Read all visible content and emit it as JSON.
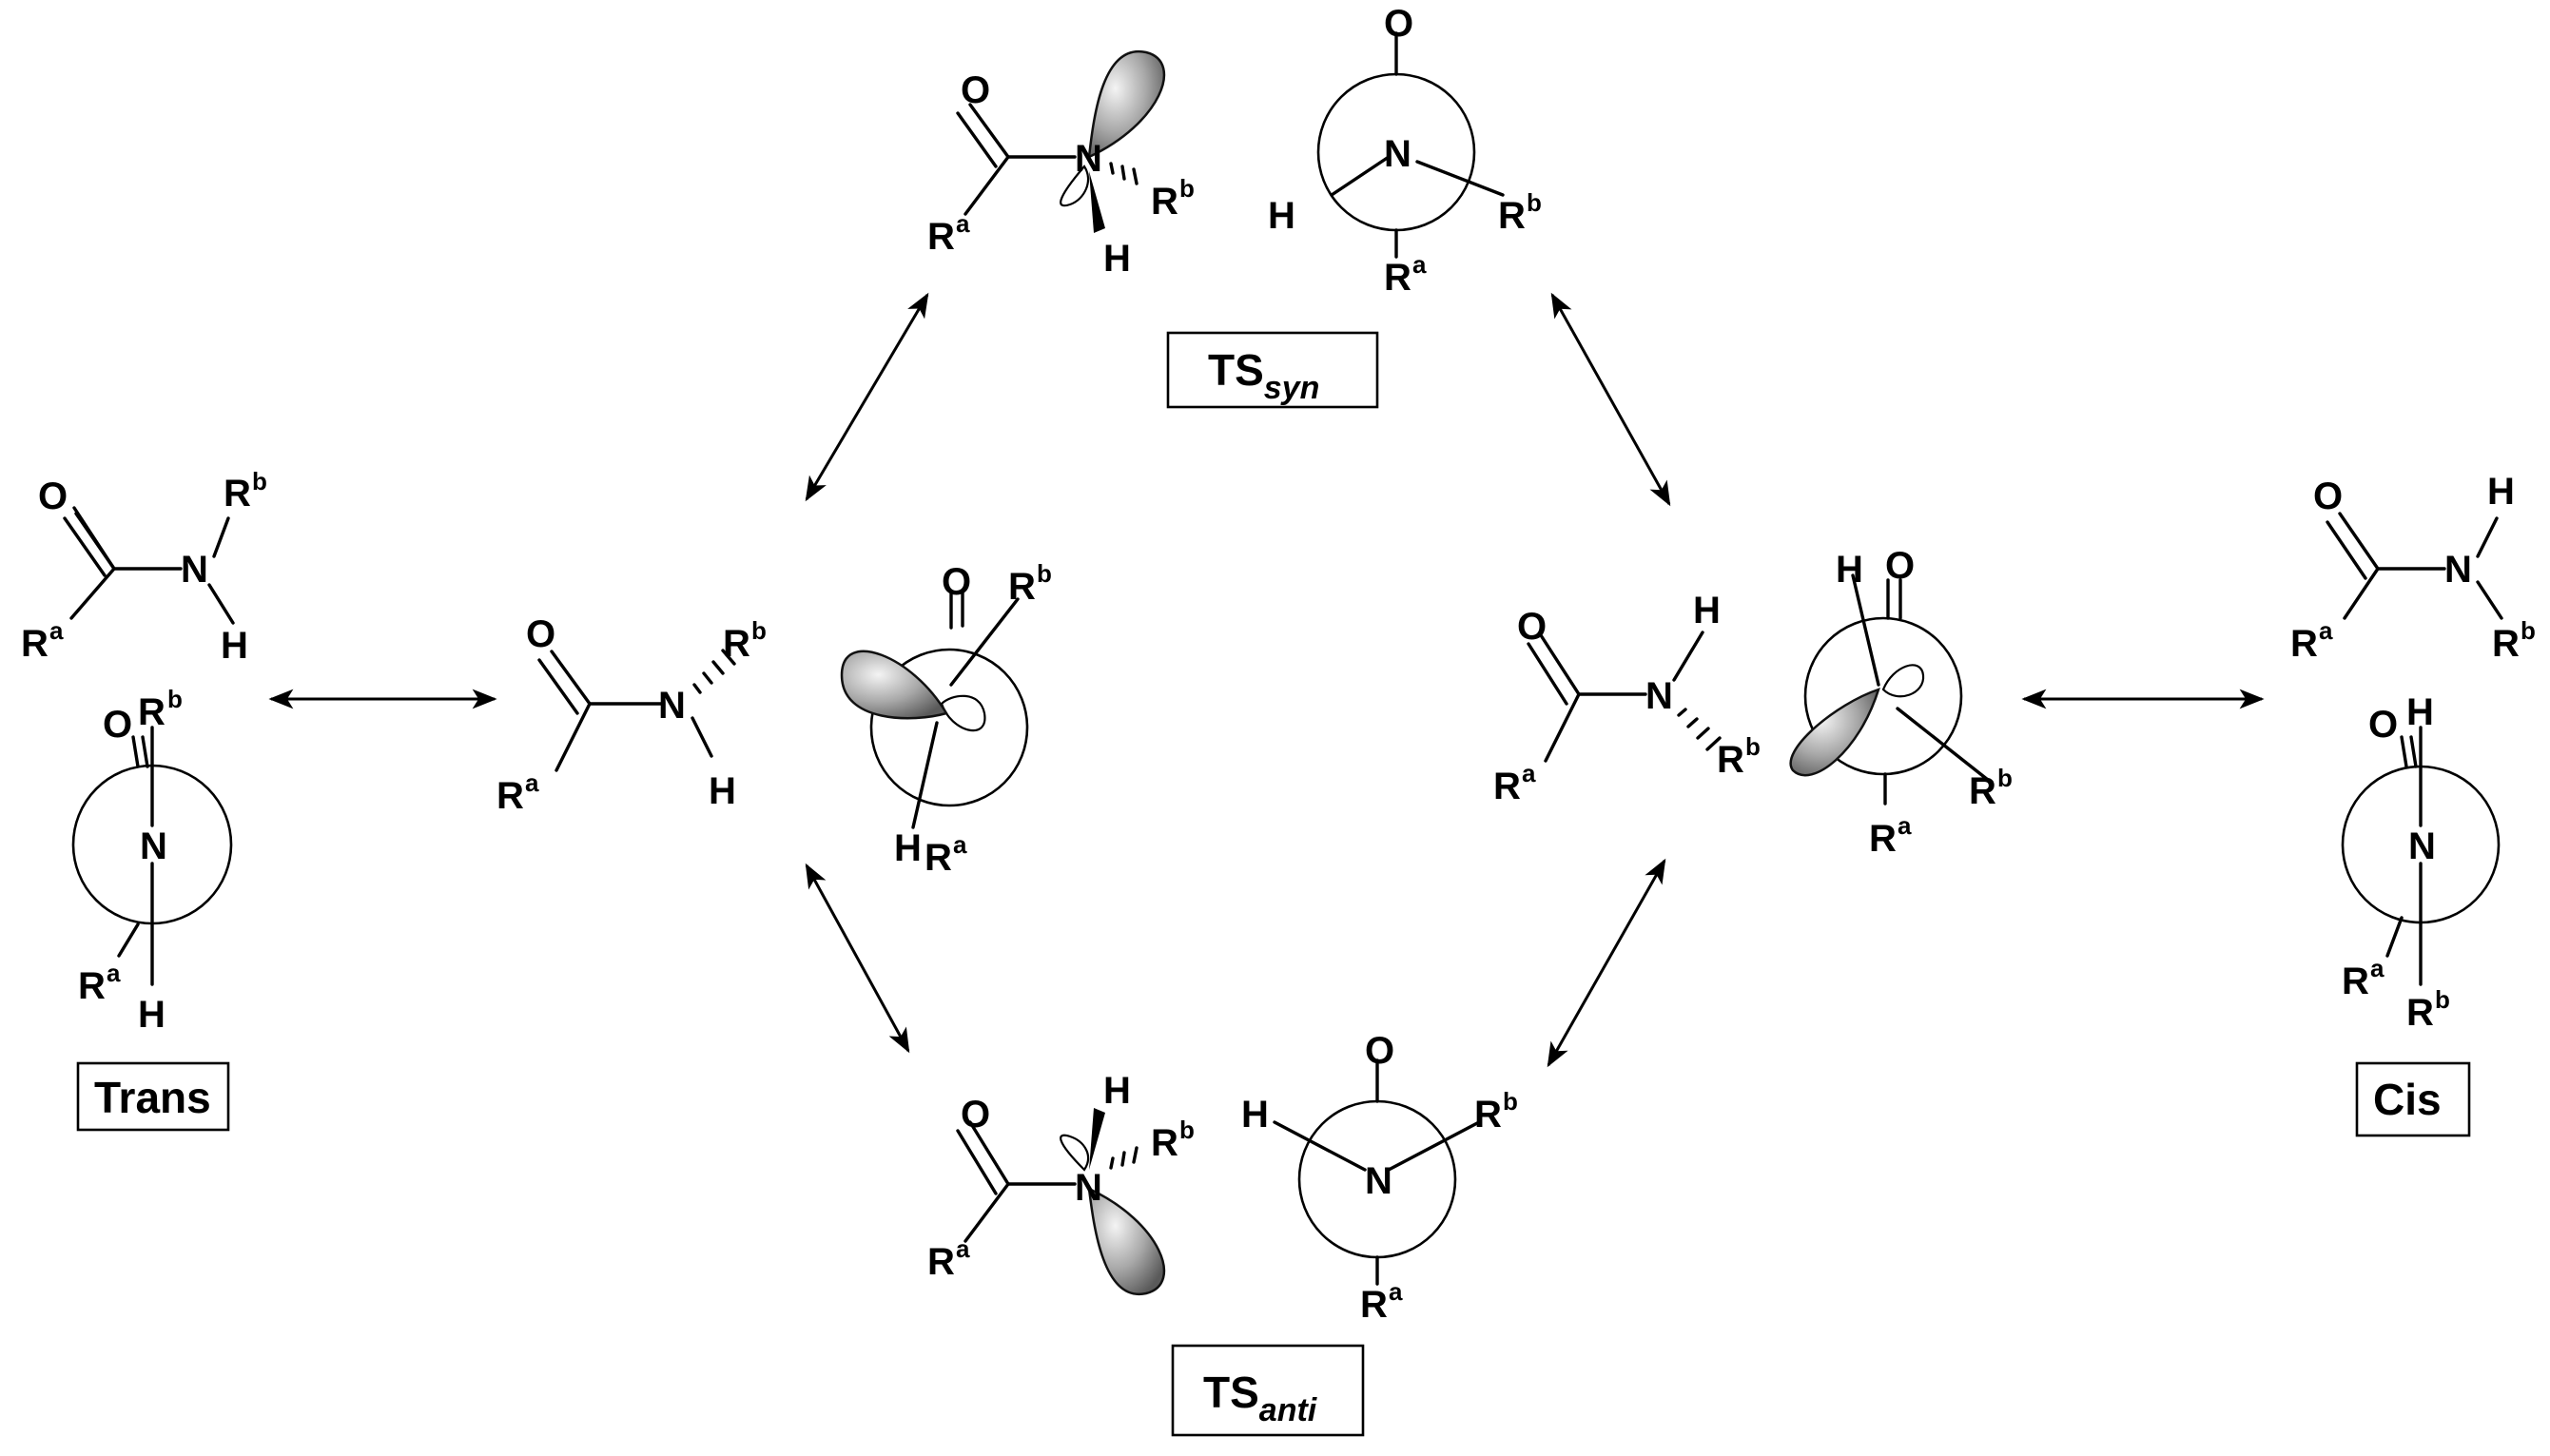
{
  "labels": {
    "trans": "Trans",
    "cis": "Cis",
    "ts_syn_main": "TS",
    "ts_syn_sub": "syn",
    "ts_anti_main": "TS",
    "ts_anti_sub": "anti"
  },
  "atoms": {
    "O": "O",
    "N": "N",
    "H": "H",
    "R": "R",
    "a": "a",
    "b": "b"
  },
  "colors": {
    "lobe_dark": "#5a5a5a",
    "lobe_light": "#f4f4f4",
    "line": "#000000"
  }
}
